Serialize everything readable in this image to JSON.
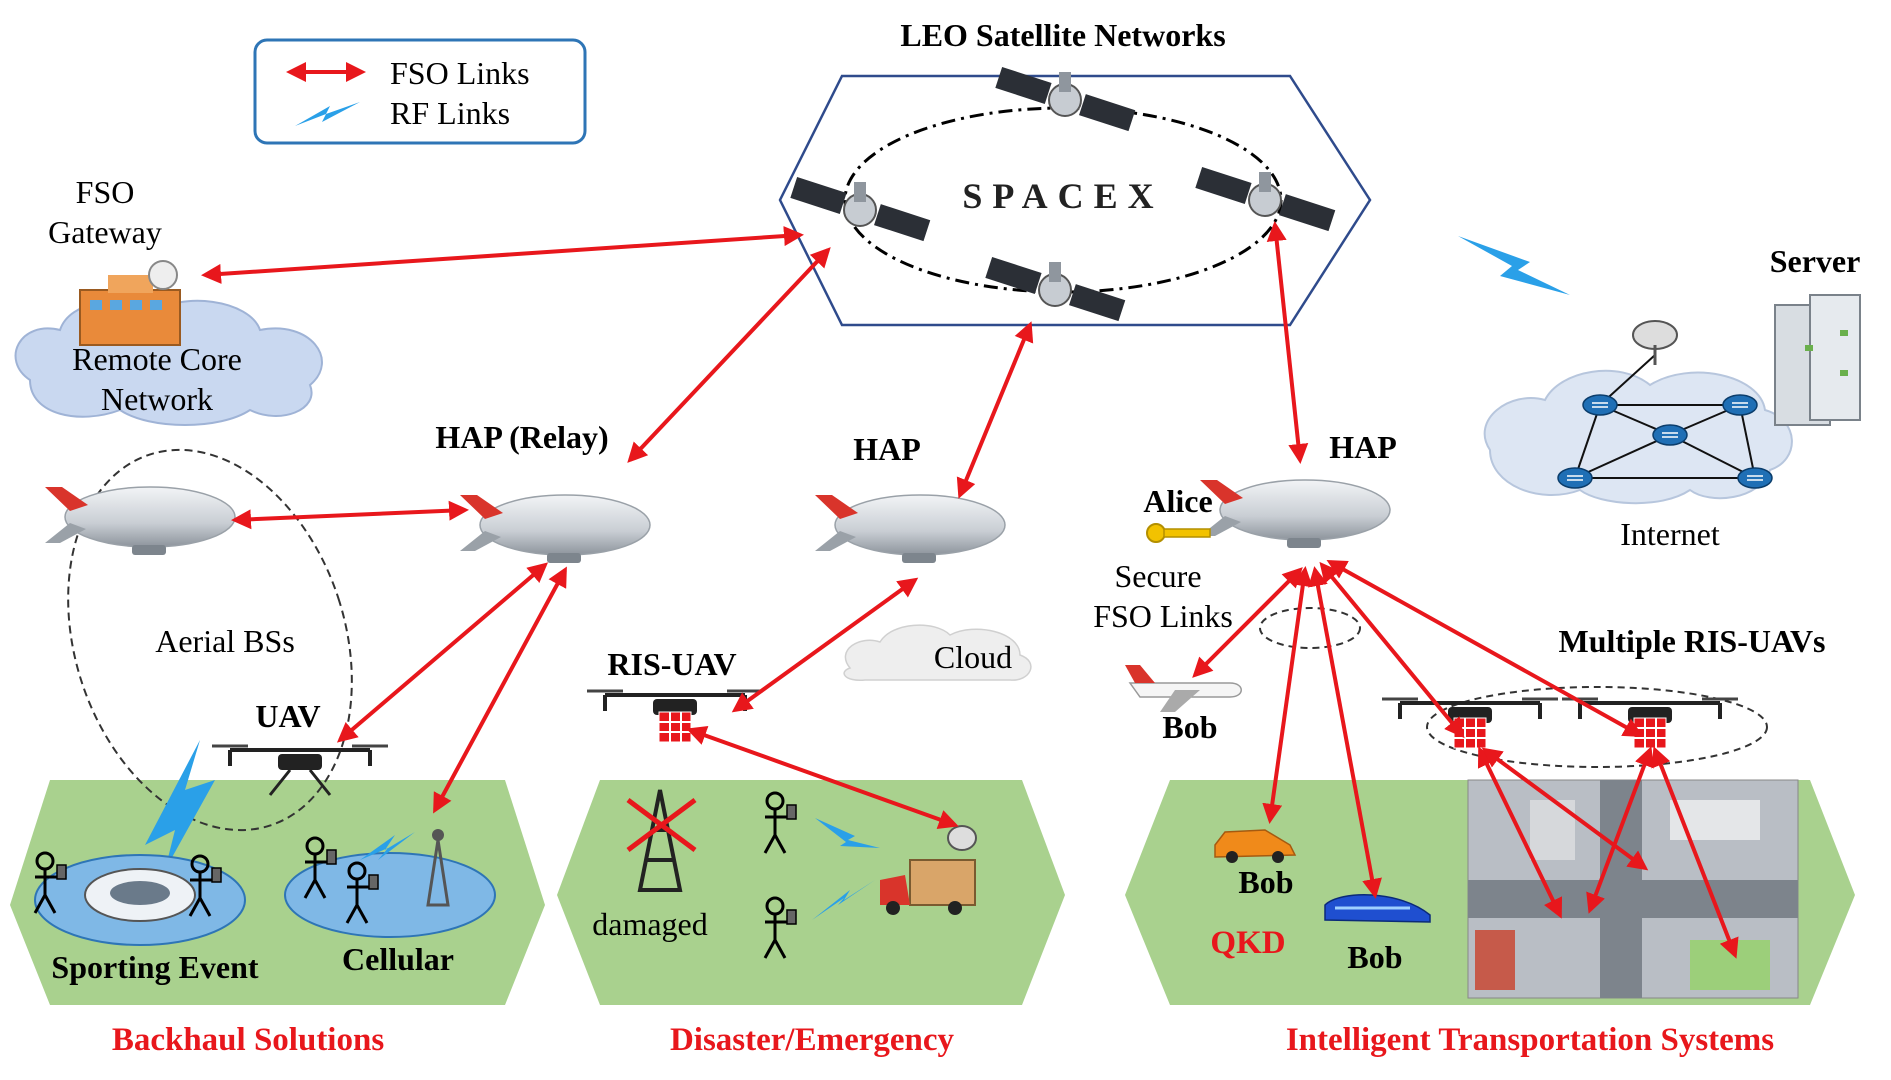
{
  "legend": {
    "fso": "FSO Links",
    "rf": "RF Links"
  },
  "labels": {
    "leo": "LEO Satellite Networks",
    "spacex": "SPACEX",
    "fso_gateway_1": "FSO",
    "fso_gateway_2": "Gateway",
    "remote_core_1": "Remote Core",
    "remote_core_2": "Network",
    "hap_relay": "HAP (Relay)",
    "hap_center": "HAP",
    "hap_right": "HAP",
    "aerial_bss": "Aerial BSs",
    "uav": "UAV",
    "ris_uav": "RIS-UAV",
    "cloud": "Cloud",
    "alice": "Alice",
    "secure_1": "Secure",
    "secure_2": "FSO Links",
    "bob_plane": "Bob",
    "bob_car": "Bob",
    "bob_train": "Bob",
    "qkd": "QKD",
    "multiple_ris": "Multiple RIS-UAVs",
    "server": "Server",
    "internet": "Internet",
    "sporting_event": "Sporting Event",
    "cellular": "Cellular",
    "damaged": "damaged"
  },
  "sections": {
    "backhaul": "Backhaul Solutions",
    "disaster": "Disaster/Emergency",
    "its": "Intelligent Transportation Systems"
  },
  "colors": {
    "fso": "#e8171c",
    "rf": "#2aa0e8",
    "ground": "#a9d18e",
    "cloud": "#c9d8f0",
    "hex": "#2f4b8c"
  },
  "icons": [
    "satellite-icon",
    "airship-icon",
    "drone-icon",
    "ris-panel-icon",
    "building-icon",
    "server-icon",
    "router-icon",
    "tower-icon",
    "truck-icon",
    "person-icon",
    "key-icon",
    "airplane-icon",
    "car-icon",
    "train-icon",
    "stadium-icon"
  ]
}
